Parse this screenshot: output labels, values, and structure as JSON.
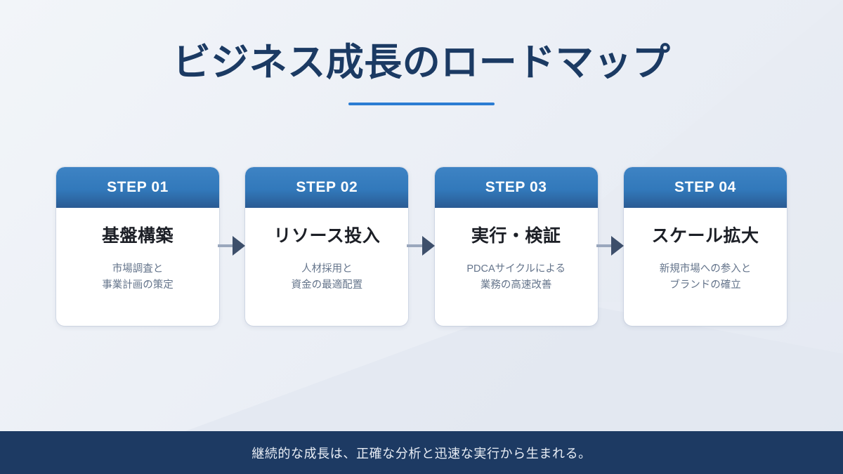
{
  "title": {
    "text": "ビジネス成長のロードマップ",
    "underline_color": "#2b7cd3"
  },
  "steps": [
    {
      "badge": "STEP 01",
      "heading": "基盤構築",
      "desc_line1": "市場調査と",
      "desc_line2": "事業計画の策定"
    },
    {
      "badge": "STEP 02",
      "heading": "リソース投入",
      "desc_line1": "人材採用と",
      "desc_line2": "資金の最適配置"
    },
    {
      "badge": "STEP 03",
      "heading": "実行・検証",
      "desc_line1": "PDCAサイクルによる",
      "desc_line2": "業務の高速改善"
    },
    {
      "badge": "STEP 04",
      "heading": "スケール拡大",
      "desc_line1": "新規市場への参入と",
      "desc_line2": "ブランドの確立"
    }
  ],
  "footer": {
    "text": "継続的な成長は、正確な分析と迅速な実行から生まれる。",
    "background_color": "#1d3a63"
  },
  "theme": {
    "background_color": "#eef1f6",
    "title_color": "#1b3a63",
    "card_header_gradient_top": "#3e83c4",
    "card_header_gradient_bottom": "#2a5b93",
    "card_background": "#ffffff",
    "heading_color": "#1c1f26",
    "description_color": "#64748b",
    "connector_color": "#9aa7bd",
    "arrow_color": "#3d4f6b"
  }
}
